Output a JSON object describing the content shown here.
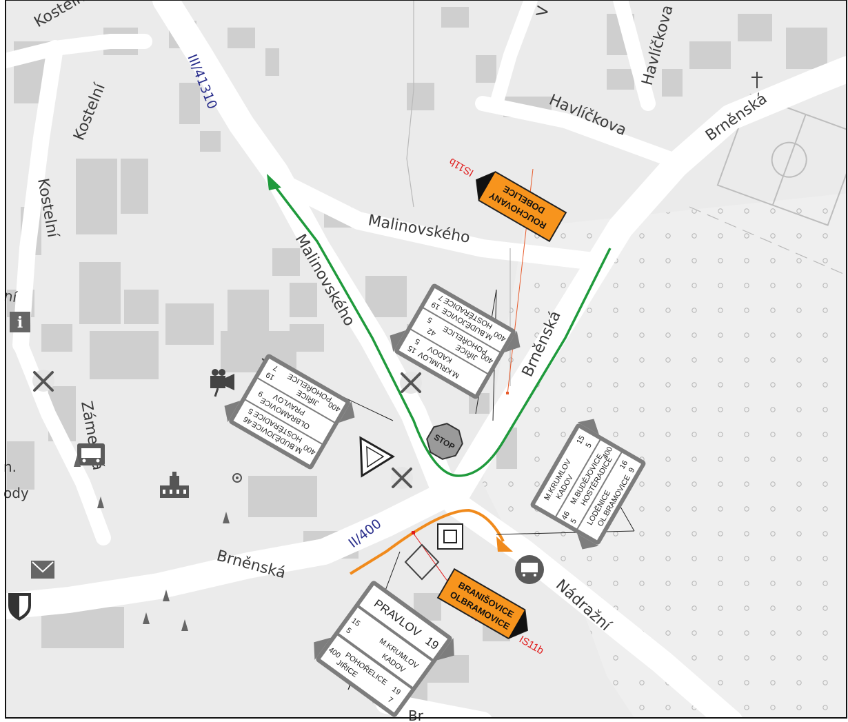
{
  "streets": {
    "kostelni_top": "Kostelní",
    "kostelni_upper": "Kostelní",
    "kostelni_left": "Kostelní",
    "havlickova_top": "Havlíčkova",
    "havlickova_mid": "Havlíčkova",
    "malinovskeho_h": "Malinovského",
    "malinovskeho_v": "Malinovského",
    "brnenska_ne": "Brněnská",
    "brnenska_mid": "Brněnská",
    "brnenska_sw": "Brněnská",
    "nadrazni": "Nádražní",
    "zamecka": "Zámecká",
    "v_top": "V",
    "cut_left_1": "ní",
    "cut_left_2": "n.",
    "cut_left_3": "ody",
    "cut_bottom": "Br"
  },
  "road_numbers": {
    "road_iii": "III/41310",
    "road_ii": "II/400"
  },
  "sign_codes": {
    "top": "IS11b",
    "bottom": "IS11b"
  },
  "orange_signs": {
    "top_line1": "ROUCHOVANY",
    "top_line2": "DOBELICE",
    "bottom_line1": "BRANIŠOVICE",
    "bottom_line2": "OLBRAMOVICE"
  },
  "directional_signs": {
    "north": {
      "r1": "M.KRUMLOV",
      "r1b": "KADOV",
      "r1n": "15",
      "r1m": "5",
      "r2": "JIŘICE",
      "r2b": "POHOŘELICE",
      "r2n": "42",
      "r2m": "5",
      "r2c": "400",
      "r3": "M.BUDĚJOVICE",
      "r3b": "HOSTĚRADICE",
      "r3n": "19",
      "r3m": "7",
      "r3c": "400"
    },
    "west": {
      "r1": "M.BUDĚJOVICE",
      "r1b": "HOSTĚRADICE",
      "r1n": "46",
      "r1m": "5",
      "r1c": "400",
      "r2": "OLBRAMOVICE",
      "r2b": "PRAVLOV",
      "r2n": "9",
      "r3": "JIŘICE",
      "r3b": "POHOŘELICE",
      "r3n": "19",
      "r3m": "7",
      "r3c": "400"
    },
    "east": {
      "r1": "M.KRUMLOV",
      "r1b": "KADOV",
      "r1n": "15",
      "r1m": "5",
      "r2": "M.BUDĚJOVICE",
      "r2b": "HOSTĚRADICE",
      "r2n": "46",
      "r2m": "5",
      "r2c": "400",
      "r3": "LODĚNICE",
      "r3b": "OL.BRAMOVICE",
      "r3n": "16",
      "r3m": "9"
    },
    "south": {
      "big": "PRAVLOV",
      "big_n": "19",
      "r1": "M.KRUMLOV",
      "r1b": "KADOV",
      "r1n": "15",
      "r1m": "5",
      "r2": "POHOŘELICE",
      "r2b": "JIŘICE",
      "r2n": "19",
      "r2m": "7",
      "r2c": "400"
    }
  },
  "traffic_signs": {
    "stop": "STOP"
  },
  "icons": {
    "info": "info-icon",
    "restaurant_1": "restaurant-icon",
    "restaurant_2": "restaurant-icon",
    "restaurant_3": "restaurant-icon",
    "camera": "video-camera-icon",
    "bus_1": "bus-stop-icon",
    "bus_2": "bus-stop-icon",
    "building": "castle-icon",
    "mail": "mail-icon",
    "shield": "police-icon",
    "church": "church-icon"
  },
  "colors": {
    "route_green": "#1f9a3c",
    "route_orange": "#f08a1c",
    "sign_orange": "#f7941d",
    "road_label": "#2a2f8c",
    "sign_code": "#e01b1b",
    "map_bg": "#ececec",
    "road": "#ffffff",
    "building": "#cfcfcf"
  }
}
